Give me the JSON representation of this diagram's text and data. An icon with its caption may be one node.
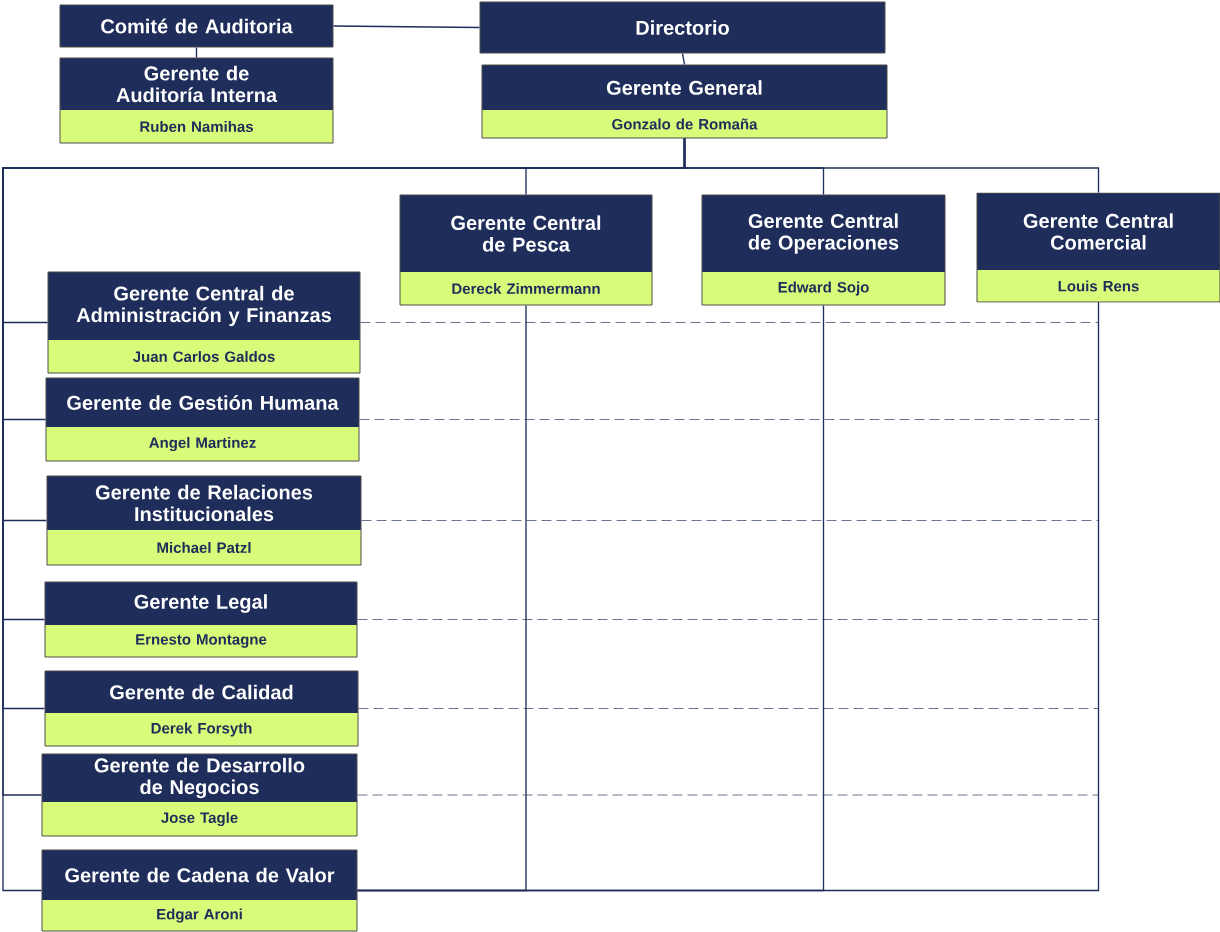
{
  "diagram": {
    "nodes": [
      {
        "text": [
          "Comité de Auditoria"
        ]
      },
      {
        "text": [
          "Directorio"
        ]
      },
      {
        "text": [
          "Gerente de Auditoría Interna",
          "Ruben Namihas"
        ]
      },
      {
        "text": [
          "Gerente General",
          "Gonzalo de Romaña"
        ]
      },
      {
        "text": [
          "Gerente Central de Pesca",
          "Dereck Zimmermann"
        ]
      },
      {
        "text": [
          "Gerente Central de Operaciones",
          "Edward Sojo"
        ]
      },
      {
        "text": [
          "Gerente Central Comercial",
          "Louis Rens"
        ]
      },
      {
        "text": [
          "Gerente Central de Administración y Finanzas",
          "Juan Carlos Galdos"
        ]
      },
      {
        "text": [
          "Gerente de Gestión Humana",
          "Angel Martinez"
        ]
      },
      {
        "text": [
          "Gerente de Relaciones Institucionales",
          "Michael Patzl"
        ]
      },
      {
        "text": [
          "Gerente Legal",
          "Ernesto Montagne"
        ]
      },
      {
        "text": [
          "Gerente de Calidad",
          "Derek Forsyth"
        ]
      },
      {
        "text": [
          "Gerente de Desarrollo de Negocios",
          "Jose Tagle"
        ]
      },
      {
        "text": [
          "Gerente de Cadena de Valor",
          "Edgar Aroni"
        ]
      }
    ],
    "edges": [
      {
        "from": 0,
        "to": 1,
        "arrow": "none"
      },
      {
        "from": 0,
        "to": 2,
        "arrow": "none"
      },
      {
        "from": 1,
        "to": 3,
        "arrow": "none"
      },
      {
        "from": 3,
        "to": 4,
        "arrow": "none"
      },
      {
        "from": 3,
        "to": 5,
        "arrow": "none"
      },
      {
        "from": 3,
        "to": 6,
        "arrow": "none"
      },
      {
        "from": 3,
        "to": 7,
        "arrow": "none"
      },
      {
        "from": 3,
        "to": 8,
        "arrow": "none"
      },
      {
        "from": 3,
        "to": 9,
        "arrow": "none"
      },
      {
        "from": 3,
        "to": 10,
        "arrow": "none"
      },
      {
        "from": 3,
        "to": 11,
        "arrow": "none"
      },
      {
        "from": 3,
        "to": 12,
        "arrow": "none"
      },
      {
        "from": 3,
        "to": 13,
        "arrow": "none"
      },
      {
        "from": 4,
        "to": 13,
        "arrow": "none"
      },
      {
        "from": 5,
        "to": 13,
        "arrow": "none"
      },
      {
        "from": 6,
        "to": 13,
        "arrow": "none"
      },
      {
        "from": 7,
        "to": 6,
        "arrow": "none",
        "style": "dashed"
      },
      {
        "from": 8,
        "to": 6,
        "arrow": "none",
        "style": "dashed"
      },
      {
        "from": 9,
        "to": 6,
        "arrow": "none",
        "style": "dashed"
      },
      {
        "from": 10,
        "to": 6,
        "arrow": "none",
        "style": "dashed"
      },
      {
        "from": 11,
        "to": 6,
        "arrow": "none",
        "style": "dashed"
      },
      {
        "from": 12,
        "to": 6,
        "arrow": "none",
        "style": "dashed"
      }
    ]
  }
}
